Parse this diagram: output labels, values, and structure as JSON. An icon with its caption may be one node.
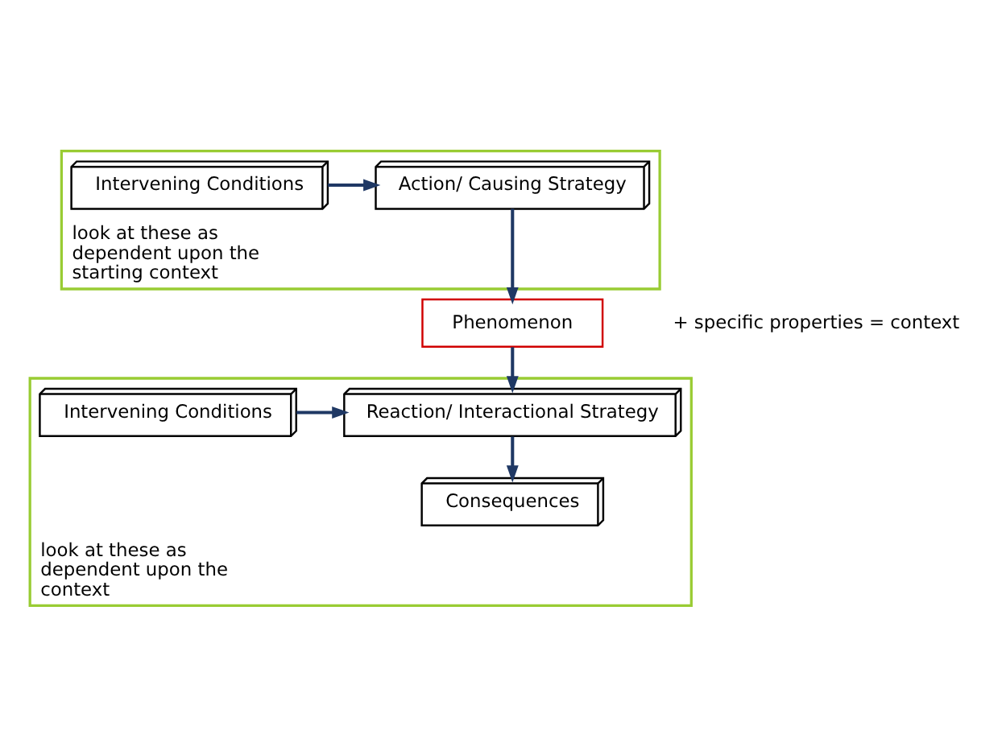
{
  "diagram": {
    "nodes": [
      {
        "text": [
          "look at these as dependent upon the starting context"
        ]
      },
      {
        "text": [
          "Intervening Conditions"
        ],
        "in": 0
      },
      {
        "text": [
          "Action/ Causing Strategy"
        ],
        "in": 0
      },
      {
        "text": [
          "Phenomenon"
        ],
        "beside": [
          "+ specific properties = context"
        ]
      },
      {
        "text": [
          "look at these as dependent upon the context"
        ]
      },
      {
        "text": [
          "Intervening Conditions"
        ],
        "in": 4
      },
      {
        "text": [
          "Reaction/ Interactional Strategy"
        ],
        "in": 4
      },
      {
        "text": [
          "Consequences"
        ],
        "in": 4
      }
    ],
    "edges": [
      {
        "from": 1,
        "to": 2,
        "arrow": "to"
      },
      {
        "from": 2,
        "to": 3,
        "arrow": "to"
      },
      {
        "from": 3,
        "to": 6,
        "arrow": "to"
      },
      {
        "from": 5,
        "to": 6,
        "arrow": "to"
      },
      {
        "from": 6,
        "to": 7,
        "arrow": "to"
      }
    ]
  }
}
